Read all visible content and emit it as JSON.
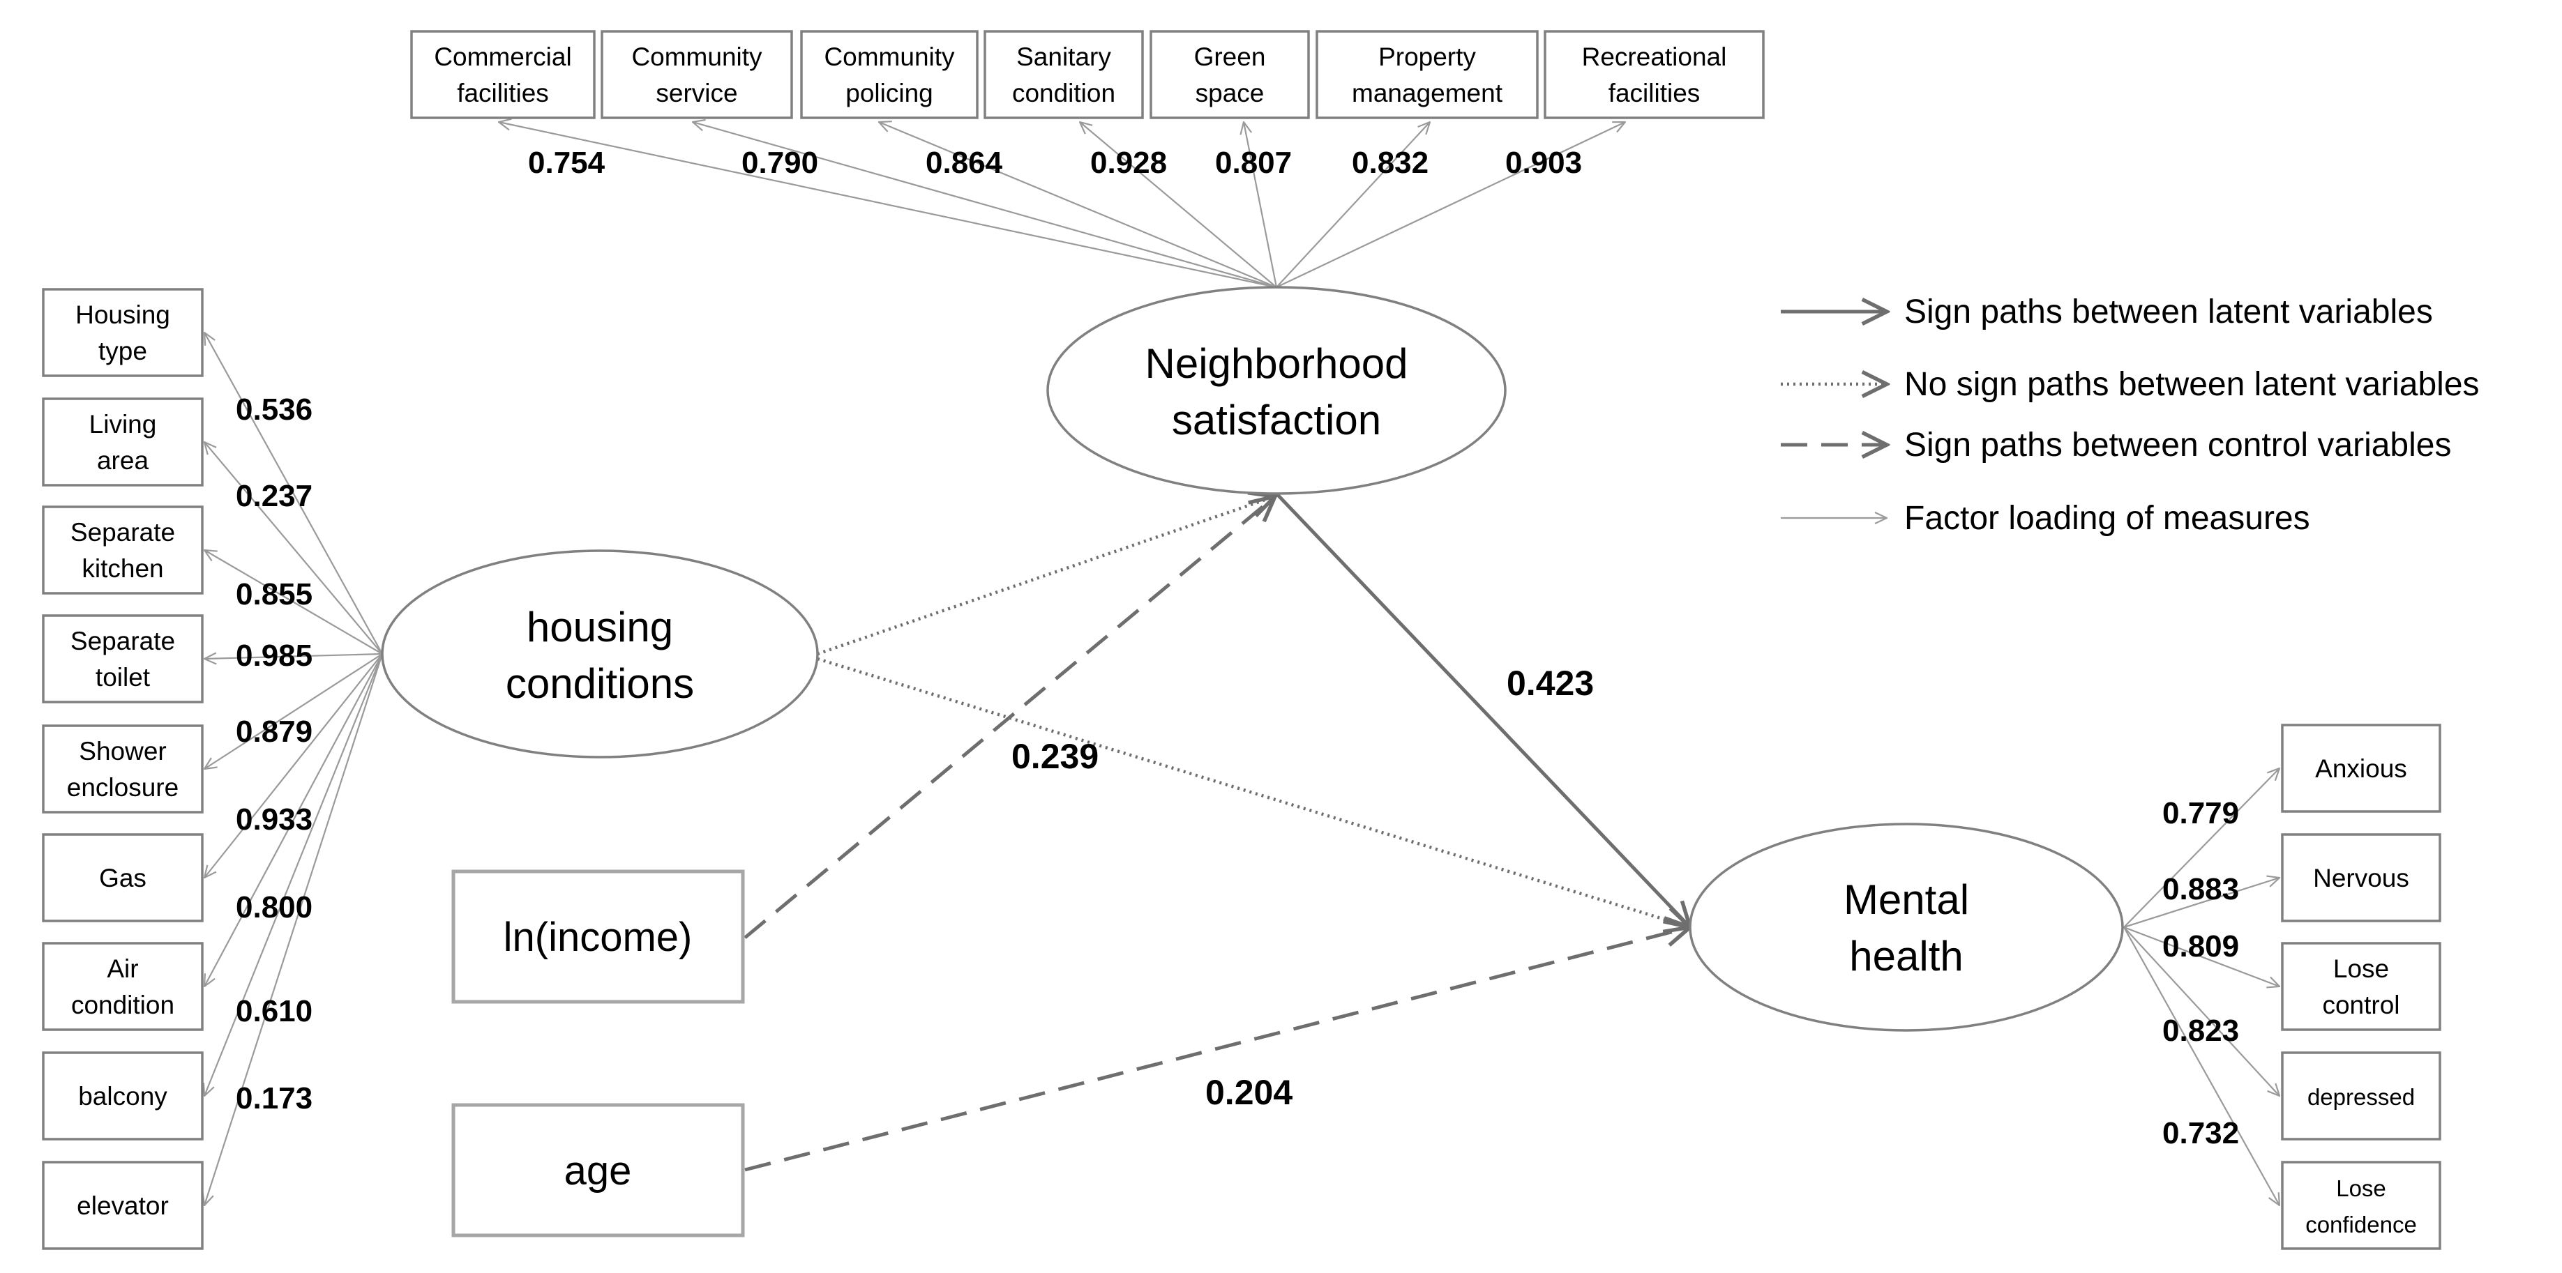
{
  "latent": {
    "neighborhood": [
      "Neighborhood",
      "satisfaction"
    ],
    "housing": [
      "housing",
      "conditions"
    ],
    "mental": [
      "Mental",
      "health"
    ]
  },
  "controls": {
    "income": "ln(income)",
    "age": "age"
  },
  "neighborhood_measures": [
    {
      "label": [
        "Commercial",
        "facilities"
      ],
      "loading": "0.754"
    },
    {
      "label": [
        "Community",
        "service"
      ],
      "loading": "0.790"
    },
    {
      "label": [
        "Community",
        "policing"
      ],
      "loading": "0.864"
    },
    {
      "label": [
        "Sanitary",
        "condition"
      ],
      "loading": "0.928"
    },
    {
      "label": [
        "Green",
        "space"
      ],
      "loading": "0.807"
    },
    {
      "label": [
        "Property",
        "management"
      ],
      "loading": "0.832"
    },
    {
      "label": [
        "Recreational",
        "facilities"
      ],
      "loading": "0.903"
    }
  ],
  "housing_measures": [
    {
      "label": [
        "Housing",
        "type"
      ],
      "loading": "0.536"
    },
    {
      "label": [
        "Living",
        "area"
      ],
      "loading": "0.237"
    },
    {
      "label": [
        "Separate",
        "kitchen"
      ],
      "loading": "0.855"
    },
    {
      "label": [
        "Separate",
        "toilet"
      ],
      "loading": "0.985"
    },
    {
      "label": [
        "Shower",
        "enclosure"
      ],
      "loading": "0.879"
    },
    {
      "label": [
        "Gas"
      ],
      "loading": "0.933"
    },
    {
      "label": [
        "Air",
        "condition"
      ],
      "loading": "0.800"
    },
    {
      "label": [
        "balcony"
      ],
      "loading": "0.610"
    },
    {
      "label": [
        "elevator"
      ],
      "loading": "0.173"
    }
  ],
  "mental_measures": [
    {
      "label": [
        "Anxious"
      ],
      "loading": "0.779"
    },
    {
      "label": [
        "Nervous"
      ],
      "loading": "0.883"
    },
    {
      "label": [
        "Lose",
        "control"
      ],
      "loading": "0.809"
    },
    {
      "label": [
        "depressed"
      ],
      "loading": "0.823"
    },
    {
      "label": [
        "Lose",
        "confidence"
      ],
      "loading": "0.732"
    }
  ],
  "paths": {
    "neighborhood_to_mental": "0.423",
    "income_to_neighborhood": "0.239",
    "age_to_mental": "0.204"
  },
  "legend": [
    {
      "style": "solid",
      "text": "Sign paths between latent variables"
    },
    {
      "style": "dotted",
      "text": "No sign paths between latent variables"
    },
    {
      "style": "dashed",
      "text": "Sign paths between control variables"
    },
    {
      "style": "thin",
      "text": "Factor loading of measures"
    }
  ]
}
